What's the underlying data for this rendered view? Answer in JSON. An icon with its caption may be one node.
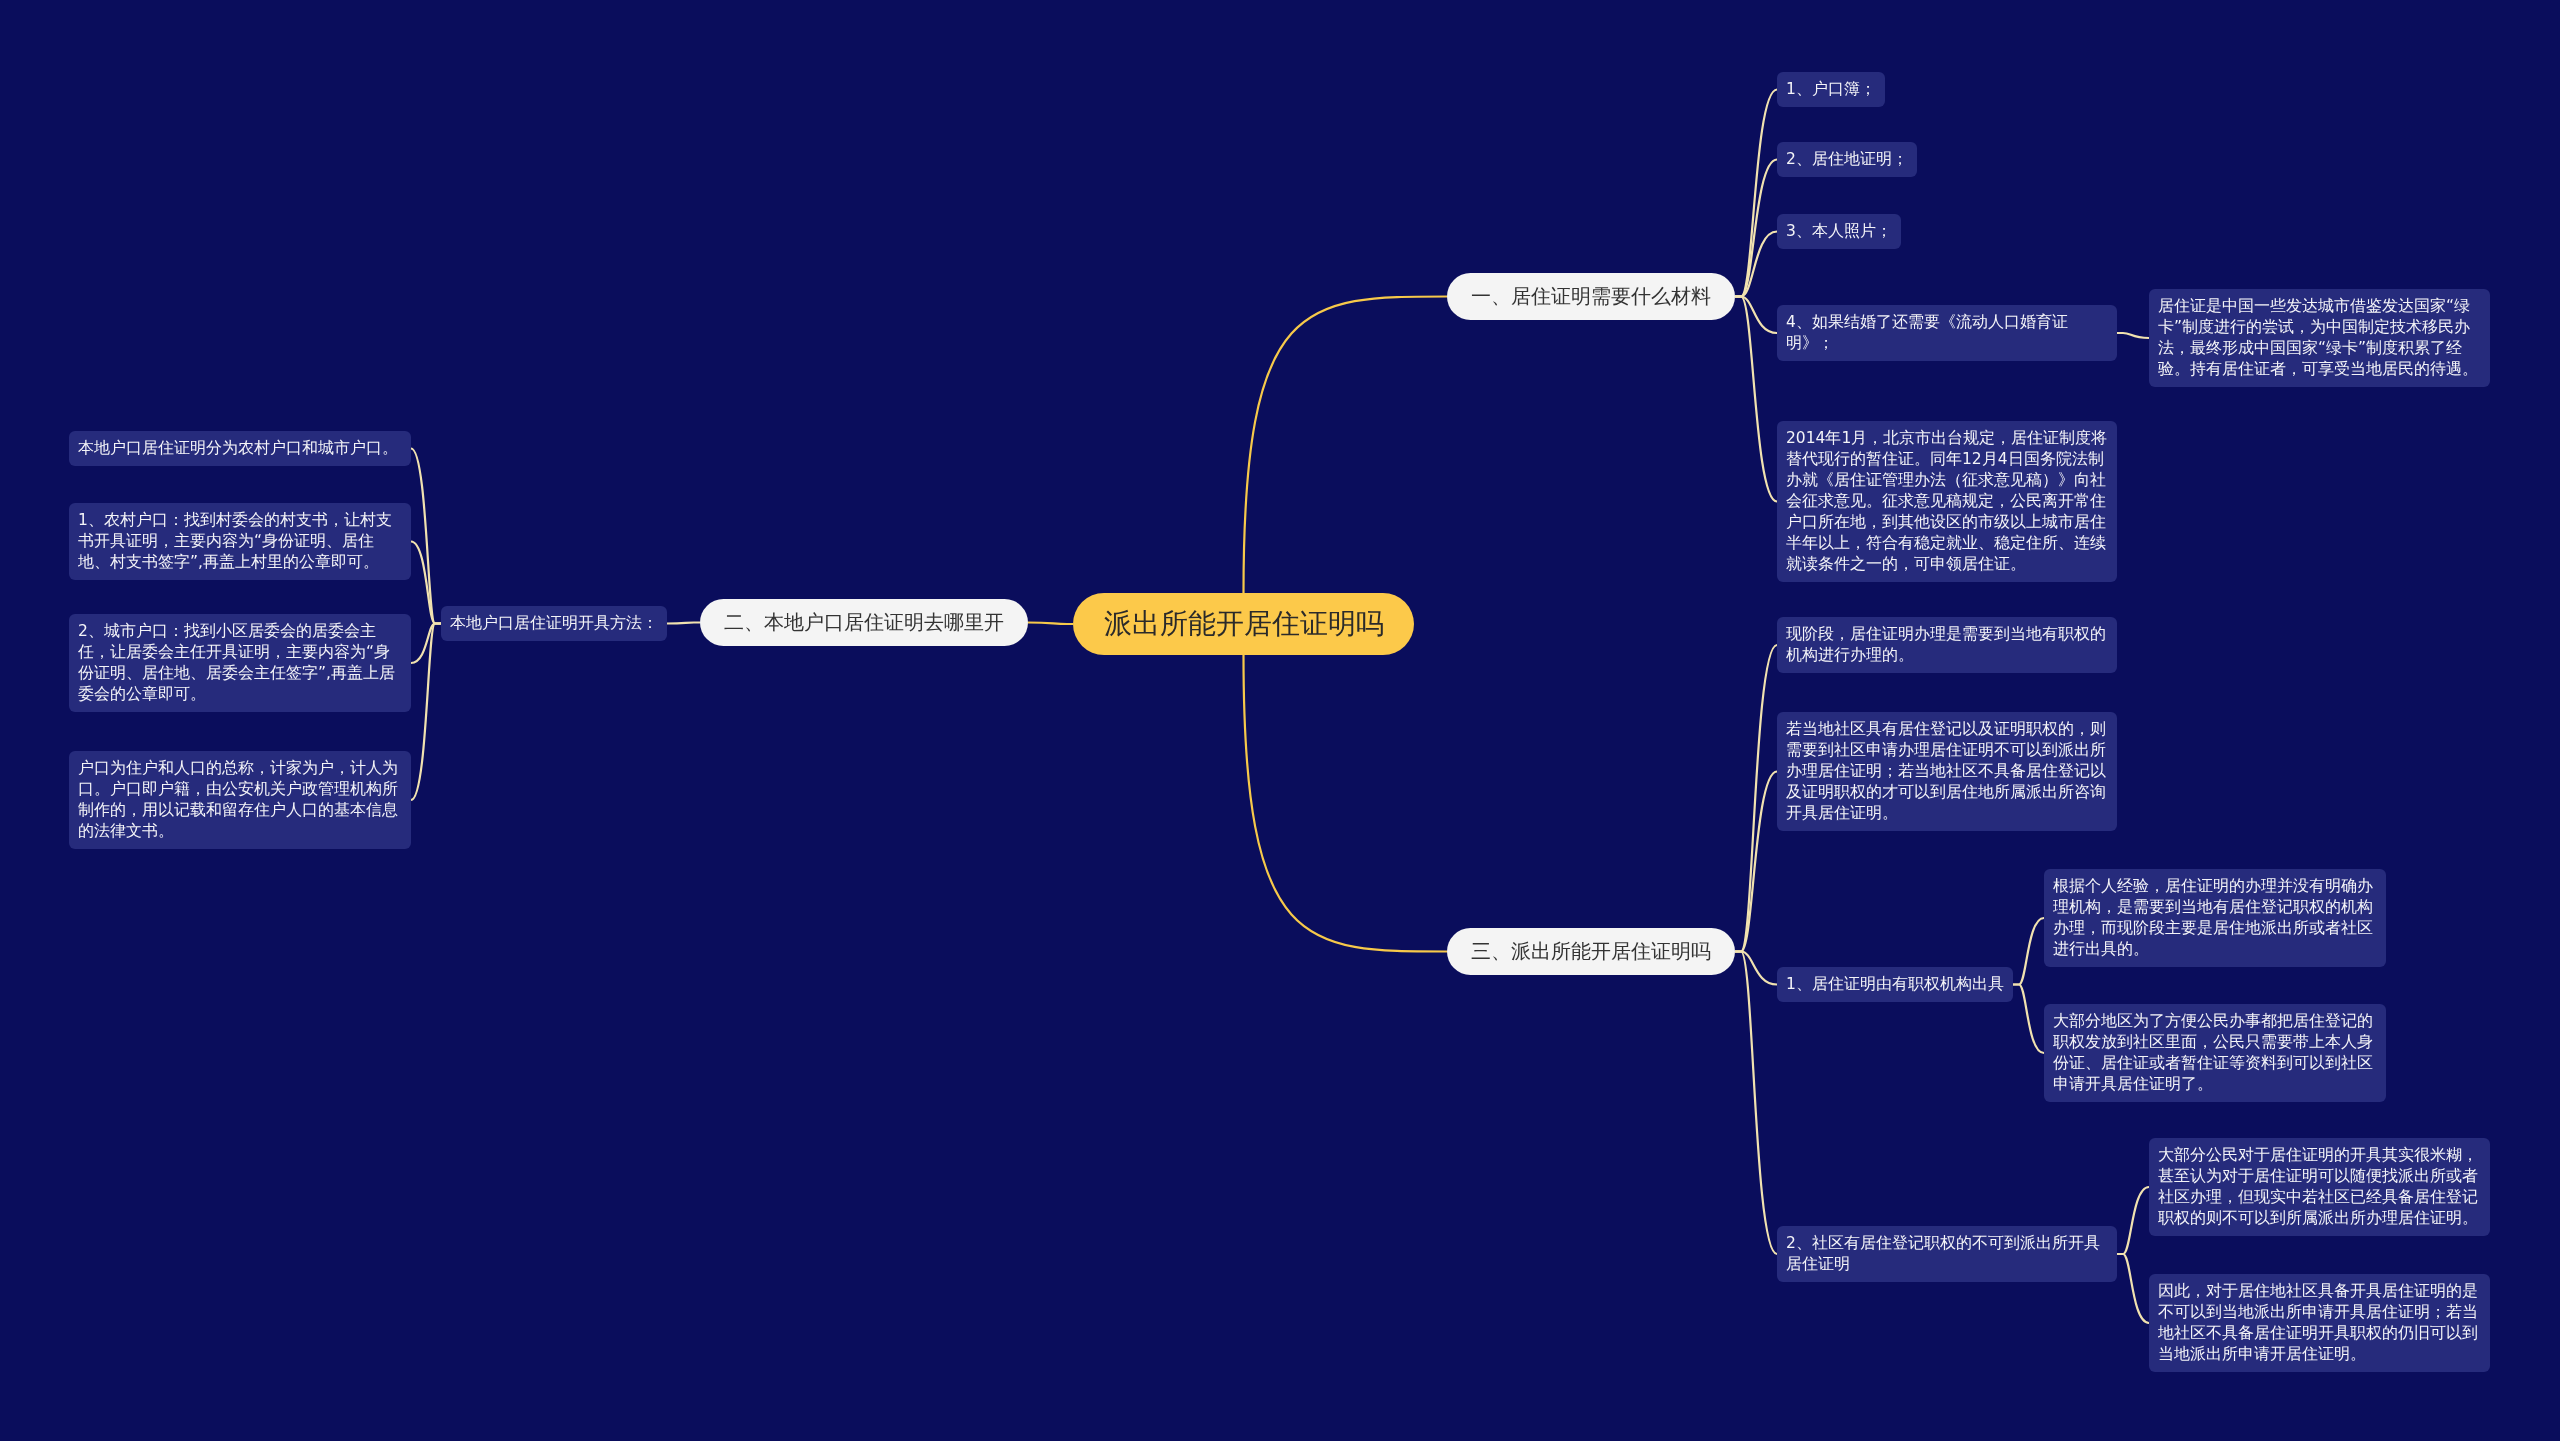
{
  "diagram": {
    "nodes": [
      {
        "text": [
          "派出所能开居住证明吗"
        ]
      },
      {
        "text": [
          "一、居住证明需要什么材料"
        ]
      },
      {
        "text": [
          "1、户口簿；"
        ]
      },
      {
        "text": [
          "2、居住地证明；"
        ]
      },
      {
        "text": [
          "3、本人照片；"
        ]
      },
      {
        "text": [
          "4、如果结婚了还需要《流动人口婚育证明》；"
        ]
      },
      {
        "text": [
          "居住证是中国一些发达城市借鉴发达国家“绿卡”制度进行的尝试，为中国制定技术移民办法，最终形成中国国家“绿卡”制度积累了经验。持有居住证者，可享受当地居民的待遇。"
        ]
      },
      {
        "text": [
          "2014年1月，北京市出台规定，居住证制度将替代现行的暂住证。同年12月4日国务院法制办就《居住证管理办法（征求意见稿）》向社会征求意见。征求意见稿规定，公民离开常住户口所在地，到其他设区的市级以上城市居住半年以上，符合有稳定就业、稳定住所、连续就读条件之一的，可申领居住证。"
        ]
      },
      {
        "text": [
          "二、本地户口居住证明去哪里开"
        ]
      },
      {
        "text": [
          "本地户口居住证明开具方法："
        ]
      },
      {
        "text": [
          "本地户口居住证明分为农村户口和城市户口。"
        ]
      },
      {
        "text": [
          "1、农村户口：找到村委会的村支书，让村支书开具证明，主要内容为“身份证明、居住地、村支书签字”,再盖上村里的公章即可。"
        ]
      },
      {
        "text": [
          "2、城市户口：找到小区居委会的居委会主任，让居委会主任开具证明，主要内容为“身份证明、居住地、居委会主任签字”,再盖上居委会的公章即可。"
        ]
      },
      {
        "text": [
          "户口为住户和人口的总称，计家为户，计人为口。户口即户籍，由公安机关户政管理机构所制作的，用以记载和留存住户人口的基本信息的法律文书。"
        ]
      },
      {
        "text": [
          "三、派出所能开居住证明吗"
        ]
      },
      {
        "text": [
          "现阶段，居住证明办理是需要到当地有职权的机构进行办理的。"
        ]
      },
      {
        "text": [
          "若当地社区具有居住登记以及证明职权的，则需要到社区申请办理居住证明不可以到派出所办理居住证明；若当地社区不具备居住登记以及证明职权的才可以到居住地所属派出所咨询开具居住证明。"
        ]
      },
      {
        "text": [
          "1、居住证明由有职权机构出具"
        ]
      },
      {
        "text": [
          "根据个人经验，居住证明的办理并没有明确办理机构，是需要到当地有居住登记职权的机构办理，而现阶段主要是居住地派出所或者社区进行出具的。"
        ]
      },
      {
        "text": [
          "大部分地区为了方便公民办事都把居住登记的职权发放到社区里面，公民只需要带上本人身份证、居住证或者暂住证等资料到可以到社区申请开具居住证明了。"
        ]
      },
      {
        "text": [
          "2、社区有居住登记职权的不可到派出所开具居住证明"
        ]
      },
      {
        "text": [
          "大部分公民对于居住证明的开具其实很米糊，甚至认为对于居住证明可以随便找派出所或者社区办理，但现实中若社区已经具备居住登记职权的则不可以到所属派出所办理居住证明。"
        ]
      },
      {
        "text": [
          "因此，对于居住地社区具备开具居住证明的是不可以到当地派出所申请开具居住证明；若当地社区不具备居住证明开具职权的仍旧可以到当地派出所申请开居住证明。"
        ]
      }
    ],
    "edges": [
      {
        "from": 0,
        "to": 1,
        "arrow": "none",
        "color": "#f7c94a"
      },
      {
        "from": 1,
        "to": 2,
        "arrow": "none"
      },
      {
        "from": 1,
        "to": 3,
        "arrow": "none"
      },
      {
        "from": 1,
        "to": 4,
        "arrow": "none"
      },
      {
        "from": 1,
        "to": 5,
        "arrow": "none"
      },
      {
        "from": 5,
        "to": 6,
        "arrow": "none"
      },
      {
        "from": 1,
        "to": 7,
        "arrow": "none"
      },
      {
        "from": 0,
        "to": 8,
        "arrow": "none",
        "color": "#f7c94a"
      },
      {
        "from": 8,
        "to": 9,
        "arrow": "none"
      },
      {
        "from": 9,
        "to": 10,
        "arrow": "none"
      },
      {
        "from": 9,
        "to": 11,
        "arrow": "none"
      },
      {
        "from": 9,
        "to": 12,
        "arrow": "none"
      },
      {
        "from": 9,
        "to": 13,
        "arrow": "none"
      },
      {
        "from": 0,
        "to": 14,
        "arrow": "none",
        "color": "#f7c94a"
      },
      {
        "from": 14,
        "to": 15,
        "arrow": "none"
      },
      {
        "from": 14,
        "to": 16,
        "arrow": "none"
      },
      {
        "from": 14,
        "to": 17,
        "arrow": "none"
      },
      {
        "from": 17,
        "to": 18,
        "arrow": "none"
      },
      {
        "from": 17,
        "to": 19,
        "arrow": "none"
      },
      {
        "from": 14,
        "to": 20,
        "arrow": "none"
      },
      {
        "from": 20,
        "to": 21,
        "arrow": "none"
      },
      {
        "from": 20,
        "to": 22,
        "arrow": "none"
      }
    ]
  }
}
